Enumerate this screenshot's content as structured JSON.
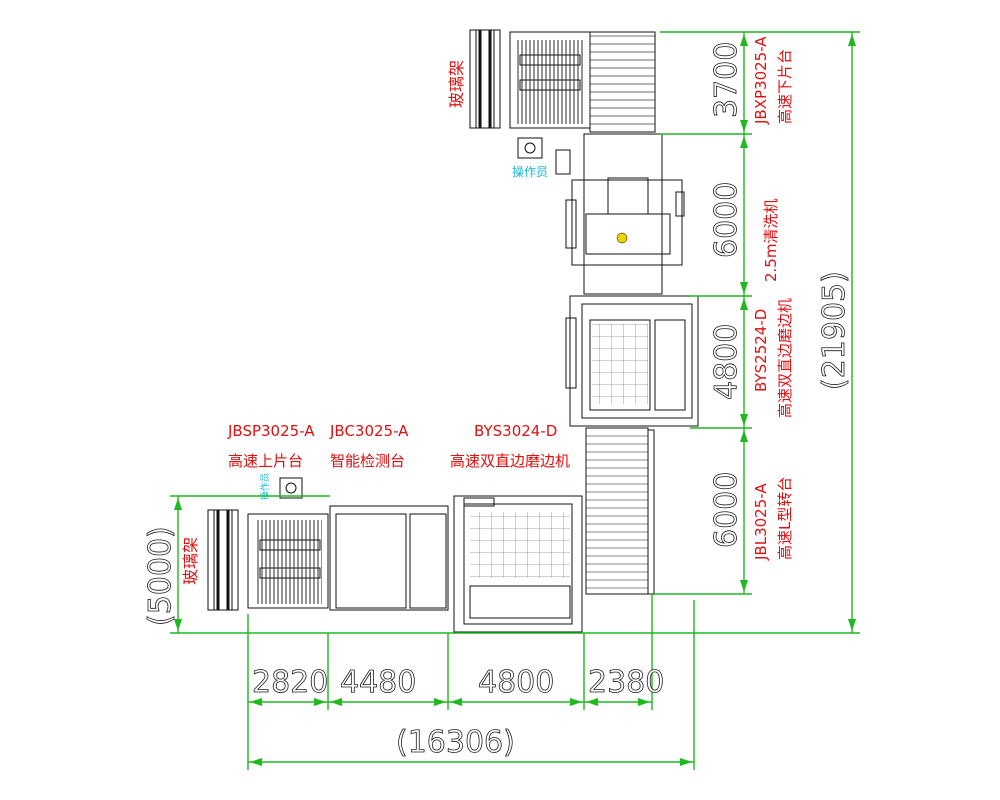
{
  "labels": {
    "rack_top": "玻璃架",
    "rack_left": "玻璃架",
    "operator": "操作员",
    "operator_left": "操作员",
    "m_unload_model": "JBXP3025-A",
    "m_unload_name": "高速下片台",
    "m_wash_name": "2.5m清洗机",
    "m_edger_right_model": "BYS2524-D",
    "m_edger_right_name": "高速双直边磨边机",
    "m_turn_model": "JBL3025-A",
    "m_turn_name": "高速L型转台",
    "m_load_model": "JBSP3025-A",
    "m_load_name": "高速上片台",
    "m_inspect_model": "JBC3025-A",
    "m_inspect_name": "智能检测台",
    "m_edger_model": "BYS3024-D",
    "m_edger_name": "高速双直边磨边机"
  },
  "dimensions": {
    "v_3700": "3700",
    "v_6000_a": "6000",
    "v_4800": "4800",
    "v_6000_b": "6000",
    "v_total": "(21905)",
    "left_5000": "(5000)",
    "h_2820": "2820",
    "h_4480": "4480",
    "h_4800": "4800",
    "h_2380": "2380",
    "h_total": "(16306)"
  },
  "colors": {
    "label_red": "#e01010",
    "dimension_green": "#1fb81f",
    "operator_cyan": "#19b9d6",
    "machine_outline": "#111111"
  }
}
